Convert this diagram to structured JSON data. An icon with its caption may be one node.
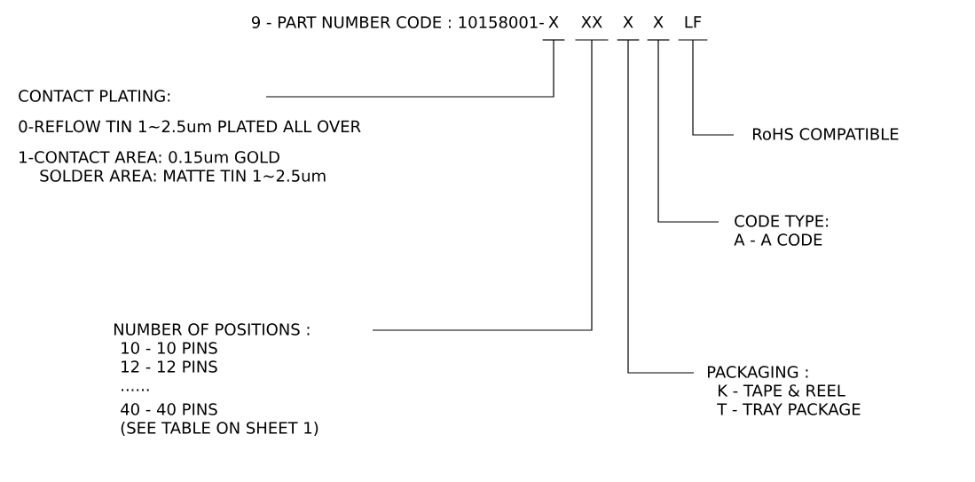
{
  "diagram": {
    "nodes": [
      {
        "text": [
          "X"
        ]
      },
      {
        "text": [
          "XX"
        ]
      },
      {
        "text": [
          "X"
        ]
      },
      {
        "text": [
          "X"
        ]
      },
      {
        "text": [
          "LF"
        ]
      },
      {
        "text": [
          "CONTACT PLATING:",
          "0-REFLOW TIN 1~2.5um PLATED ALL OVER",
          "1-CONTACT AREA: 0.15um GOLD",
          "SOLDER AREA: MATTE TIN 1~2.5um"
        ]
      },
      {
        "text": [
          "RoHS COMPATIBLE"
        ]
      },
      {
        "text": [
          "CODE TYPE:",
          "A - A CODE"
        ]
      },
      {
        "text": [
          "NUMBER OF POSITIONS :",
          "10 - 10 PINS",
          "12 - 12 PINS",
          "......",
          "40 - 40 PINS",
          "(SEE TABLE ON SHEET 1)"
        ]
      },
      {
        "text": [
          "PACKAGING :",
          "K - TAPE & REEL",
          "T - TRAY PACKAGE"
        ]
      }
    ],
    "edges": [
      {
        "from": 5,
        "to": 0,
        "arrow": "none"
      },
      {
        "from": 6,
        "to": 4,
        "arrow": "none"
      },
      {
        "from": 7,
        "to": 3,
        "arrow": "none"
      },
      {
        "from": 8,
        "to": 1,
        "arrow": "none"
      },
      {
        "from": 9,
        "to": 2,
        "arrow": "none"
      }
    ],
    "labels": [
      "9 - PART NUMBER CODE : 10158001-"
    ]
  }
}
